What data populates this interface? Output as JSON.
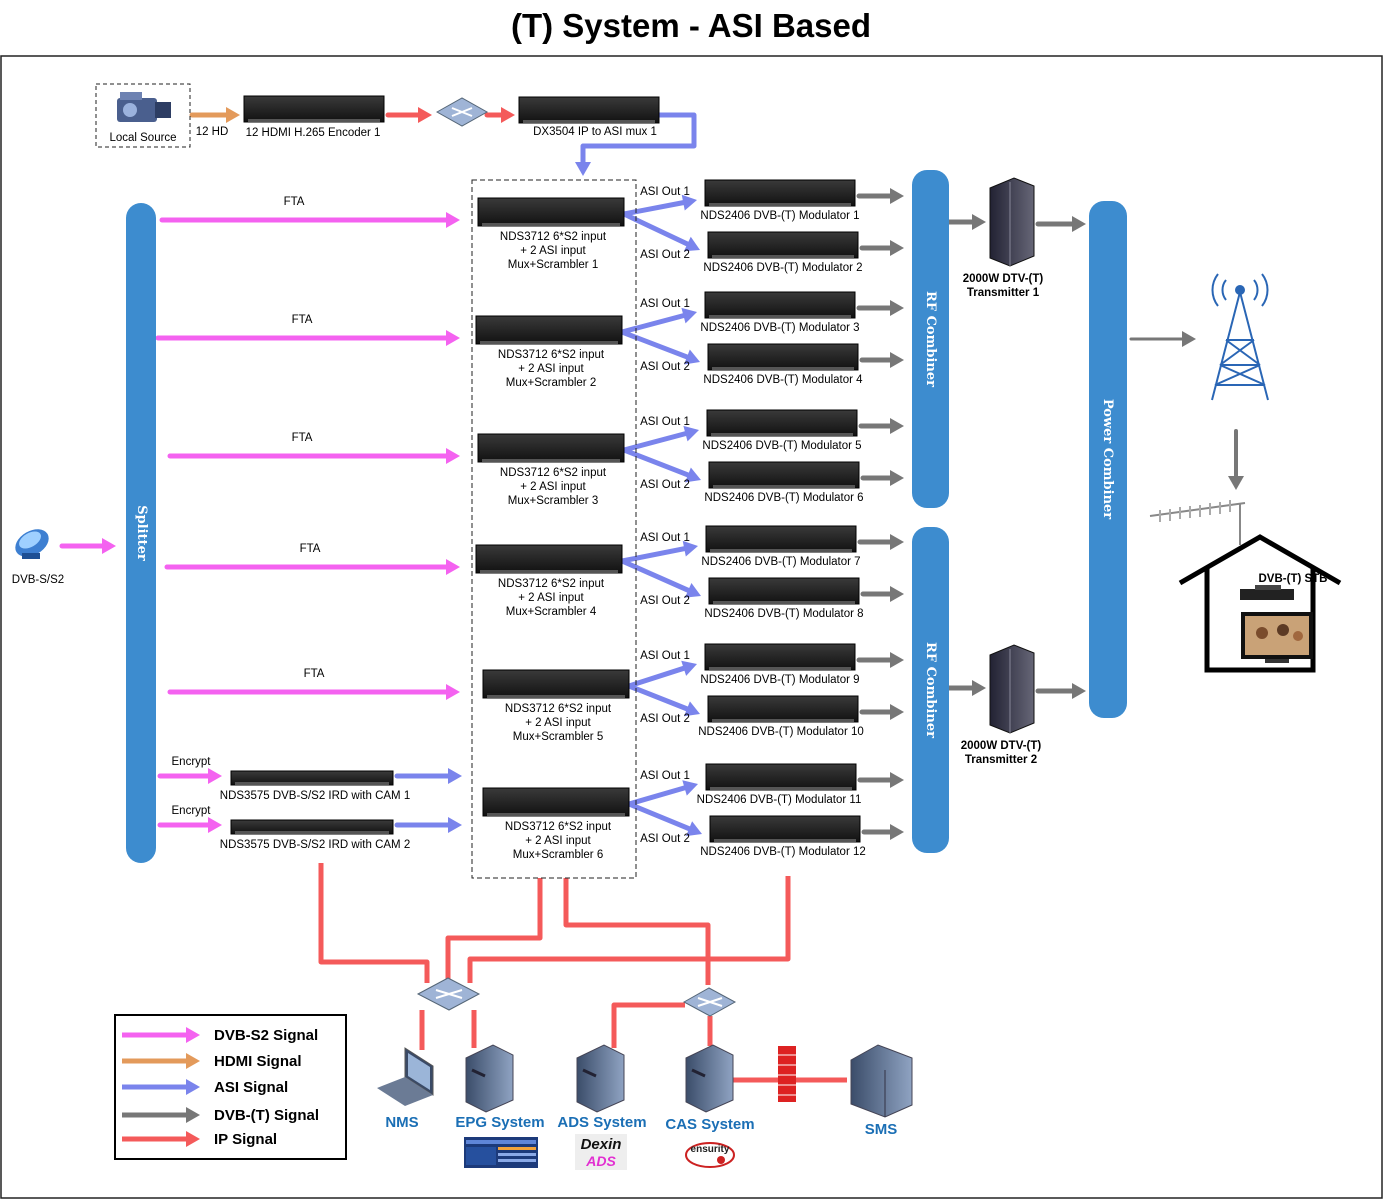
{
  "title": "(T) System - ASI Based",
  "colors": {
    "dvbs2": "#f462f0",
    "hdmi": "#e39a5b",
    "asi": "#7a84ec",
    "dvbt": "#777777",
    "ip": "#f45a5a",
    "bar": "#3d8ccf"
  },
  "source": {
    "local_source": "Local Source",
    "hd_label": "12 HD",
    "encoder": "12 HDMI H.265 Encoder 1",
    "ipasi": "DX3504 IP to ASI mux 1",
    "dvbs": "DVB-S/S2"
  },
  "splitter": "Splitter",
  "fta_label": "FTA",
  "encrypt_label": "Encrypt",
  "ird": [
    "NDS3575 DVB-S/S2 IRD with CAM 1",
    "NDS3575 DVB-S/S2 IRD with CAM 2"
  ],
  "mux": [
    [
      "NDS3712 6*S2 input",
      "+ 2 ASI input",
      "Mux+Scrambler 1"
    ],
    [
      "NDS3712 6*S2 input",
      "+ 2 ASI input",
      "Mux+Scrambler 2"
    ],
    [
      "NDS3712 6*S2 input",
      "+ 2 ASI input",
      "Mux+Scrambler 3"
    ],
    [
      "NDS3712 6*S2 input",
      "+ 2 ASI input",
      "Mux+Scrambler 4"
    ],
    [
      "NDS3712 6*S2 input",
      "+ 2 ASI input",
      "Mux+Scrambler 5"
    ],
    [
      "NDS3712 6*S2 input",
      "+ 2 ASI input",
      "Mux+Scrambler 6"
    ]
  ],
  "asi_out": [
    "ASI Out 1",
    "ASI Out 2"
  ],
  "modulators": [
    "NDS2406 DVB-(T) Modulator 1",
    "NDS2406 DVB-(T) Modulator 2",
    "NDS2406 DVB-(T) Modulator 3",
    "NDS2406 DVB-(T) Modulator 4",
    "NDS2406 DVB-(T) Modulator 5",
    "NDS2406 DVB-(T) Modulator 6",
    "NDS2406 DVB-(T) Modulator 7",
    "NDS2406 DVB-(T) Modulator 8",
    "NDS2406 DVB-(T) Modulator 9",
    "NDS2406 DVB-(T) Modulator 10",
    "NDS2406 DVB-(T) Modulator 11",
    "NDS2406 DVB-(T) Modulator 12"
  ],
  "rf_combiner": "RF Combiner",
  "power_combiner": "Power Combiner",
  "transmitters": [
    [
      "2000W DTV-(T)",
      "Transmitter 1"
    ],
    [
      "2000W DTV-(T)",
      "Transmitter 2"
    ]
  ],
  "stb": "DVB-(T) STB",
  "systems": {
    "nms": "NMS",
    "epg": "EPG System",
    "ads": "ADS System",
    "cas": "CAS System",
    "sms": "SMS",
    "dexin": "Dexin",
    "ads_logo": "ADS",
    "ensurity": "ensurity"
  },
  "legend": [
    {
      "label": "DVB-S2 Signal",
      "color": "#f462f0"
    },
    {
      "label": "HDMI Signal",
      "color": "#e39a5b"
    },
    {
      "label": "ASI Signal",
      "color": "#7a84ec"
    },
    {
      "label": "DVB-(T) Signal",
      "color": "#777777"
    },
    {
      "label": "IP Signal",
      "color": "#f45a5a"
    }
  ]
}
